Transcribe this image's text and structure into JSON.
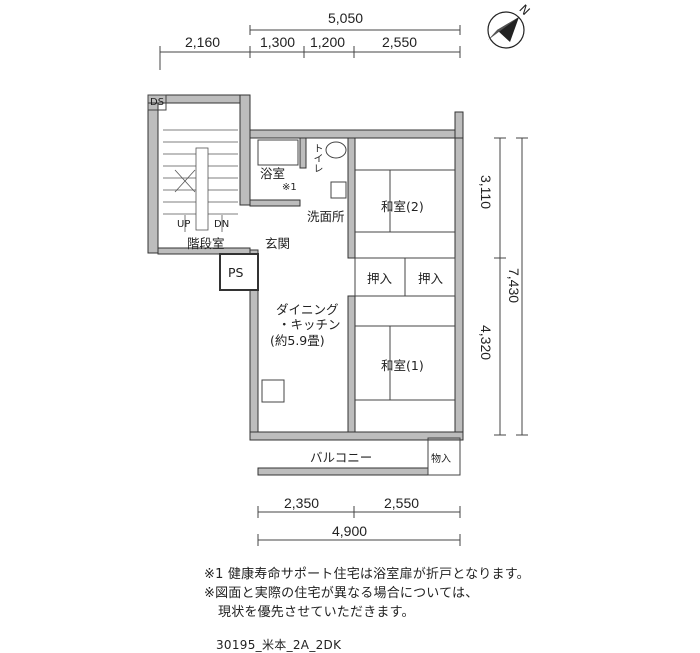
{
  "dimensions": {
    "top_total": "5,050",
    "top_segments": [
      "2,160",
      "1,300",
      "1,200",
      "2,550"
    ],
    "bottom_segments": [
      "2,350",
      "2,550"
    ],
    "bottom_total": "4,900",
    "right_segments": [
      "3,110",
      "4,320"
    ],
    "right_total": "7,430"
  },
  "compass": {
    "north_label": "N"
  },
  "rooms": {
    "ds": "DS",
    "bath": "浴室",
    "toilet": "トイレ",
    "note_marker": "※1",
    "washroom": "洗面所",
    "entrance": "玄関",
    "stairwell": "階段室",
    "stair_up": "UP",
    "stair_down": "DN",
    "ps": "PS",
    "japanese_room_2": "和室(2)",
    "japanese_room_1": "和室(1)",
    "closet_1": "押入",
    "closet_2": "押入",
    "dk_line1": "ダイニング",
    "dk_line2": "・キッチン",
    "dk_line3": "(約5.9畳)",
    "balcony": "バルコニー",
    "storage": "物入"
  },
  "notes": [
    "※1 健康寿命サポート住宅は浴室扉が折戸となります。",
    "※図面と実際の住宅が異なる場合については、",
    "現状を優先させていただきます。"
  ],
  "plan_code": "30195_米本_2A_2DK"
}
